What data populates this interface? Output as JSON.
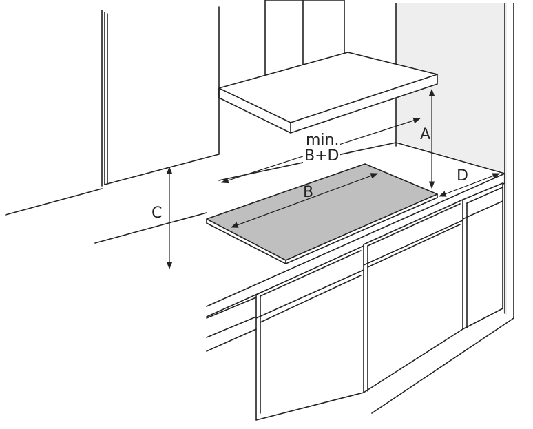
{
  "labels": {
    "a": "A",
    "b": "B",
    "c": "C",
    "d": "D",
    "min_line1": "min.",
    "min_line2": "B+D"
  },
  "colors": {
    "line": "#222222",
    "hob": "#bfbfbf",
    "side_wall": "#eeeeee",
    "background": "#ffffff"
  }
}
